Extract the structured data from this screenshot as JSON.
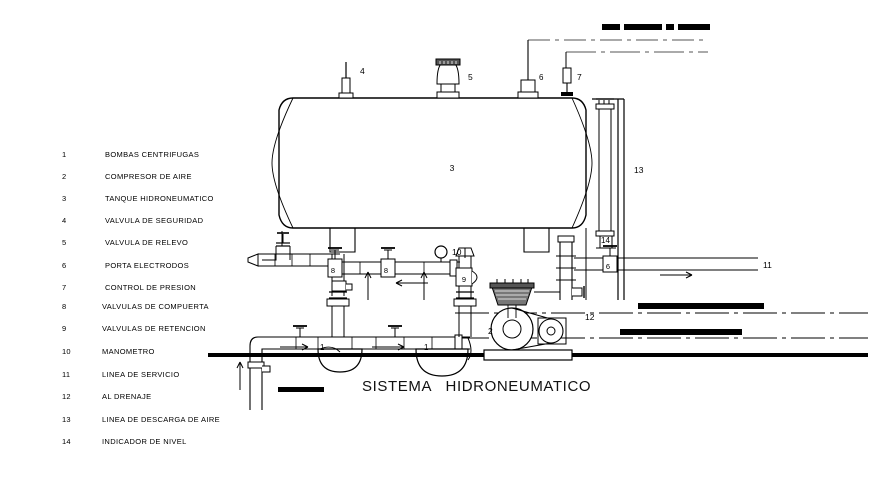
{
  "title": "SISTEMA   HIDRONEUMATICO",
  "legend": {
    "items": [
      {
        "num": "1",
        "label": "BOMBAS CENTRIFUGAS"
      },
      {
        "num": "2",
        "label": "COMPRESOR DE AIRE"
      },
      {
        "num": "3",
        "label": "TANQUE HIDRONEUMATICO"
      },
      {
        "num": "4",
        "label": "VALVULA DE SEGURIDAD"
      },
      {
        "num": "5",
        "label": "VALVULA DE RELEVO"
      },
      {
        "num": "6",
        "label": "PORTA ELECTRODOS"
      },
      {
        "num": "7",
        "label": "CONTROL DE PRESION"
      },
      {
        "num": "8",
        "label": "VALVULAS DE COMPUERTA"
      },
      {
        "num": "9",
        "label": "VALVULAS DE RETENCION"
      },
      {
        "num": "10",
        "label": "MANOMETRO"
      },
      {
        "num": "11",
        "label": "LINEA DE SERVICIO"
      },
      {
        "num": "12",
        "label": "AL DRENAJE"
      },
      {
        "num": "13",
        "label": "LINEA DE DESCARGA DE AIRE"
      },
      {
        "num": "14",
        "label": "INDICADOR DE NIVEL"
      }
    ]
  },
  "callouts": {
    "tank": "3",
    "safety_valve": "4",
    "relief_valve": "5",
    "electrode_holder": "6",
    "pressure_control": "7",
    "gate_valve_a": "8",
    "gate_valve_b": "8",
    "gate_valve_service": "6",
    "check_valve": "9",
    "manometer": "10",
    "service_line": "11",
    "drain": "12",
    "air_discharge_line": "13",
    "level_indicator": "14",
    "pump_left": "1",
    "pump_right": "1",
    "compressor": "2"
  },
  "colors": {
    "line": "#000000",
    "paper": "#ffffff",
    "redaction": "#000000"
  }
}
